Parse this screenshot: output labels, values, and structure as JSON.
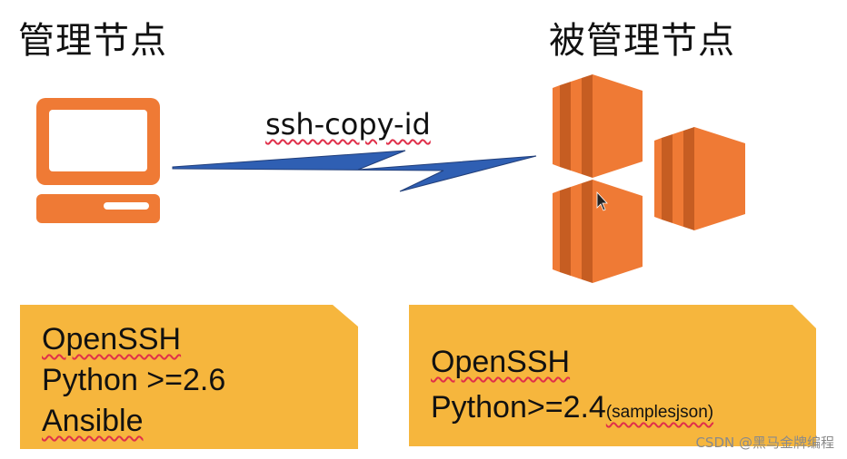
{
  "titles": {
    "manager": "管理节点",
    "managed": "被管理节点"
  },
  "connection": {
    "label": "ssh-copy-id"
  },
  "notes": {
    "manager": {
      "line1": "OpenSSH",
      "line2": "Python >=2.6",
      "line3": "Ansible"
    },
    "managed": {
      "line1": "OpenSSH",
      "line2_main": "Python>=2.4",
      "line2_small": "(samplesjson)"
    }
  },
  "watermark": "CSDN @黑马金牌编程",
  "colors": {
    "orange": "#ef7a35",
    "orange_dark": "#b8541d",
    "note_yellow": "#f6b63d",
    "bolt_blue": "#2f5fb3"
  },
  "icons": {
    "manager": "computer-icon",
    "managed": "server-cluster-icon",
    "link": "lightning-bolt-icon"
  }
}
